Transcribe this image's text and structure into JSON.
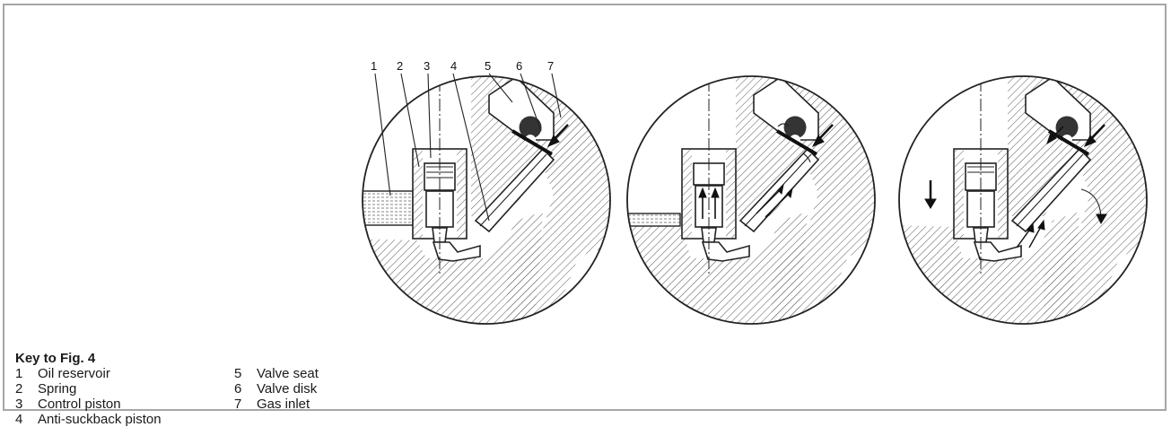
{
  "figure": {
    "callouts": [
      "1",
      "2",
      "3",
      "4",
      "5",
      "6",
      "7"
    ]
  },
  "key": {
    "title": "Key to Fig. 4",
    "column1": [
      {
        "num": "1",
        "label": "Oil reservoir"
      },
      {
        "num": "2",
        "label": "Spring"
      },
      {
        "num": "3",
        "label": "Control piston"
      },
      {
        "num": "4",
        "label": "Anti-suckback piston"
      }
    ],
    "column2": [
      {
        "num": "5",
        "label": "Valve seat"
      },
      {
        "num": "6",
        "label": "Valve disk"
      },
      {
        "num": "7",
        "label": "Gas inlet"
      }
    ]
  }
}
